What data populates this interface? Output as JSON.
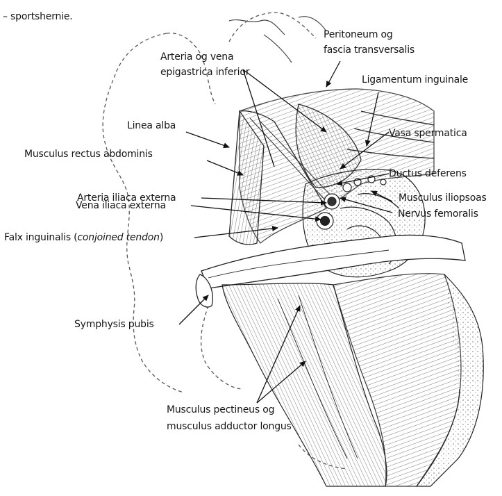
{
  "caption_fragment": "– sportshernie.",
  "labels": {
    "peritoneum_line1": "Peritoneum og",
    "peritoneum_line2": "fascia transversalis",
    "arteria_line1": "Arteria og vena",
    "arteria_line2": "epigastrica inferior",
    "ligamentum": "Ligamentum inguinale",
    "linea_alba": "Linea alba",
    "vasa": "Vasa spermatica",
    "rectus": "Musculus rectus abdominis",
    "ductus": "Ductus deferens",
    "iliaca_art": "Arteria iliaca externa",
    "iliopsoas": "Musculus iliopsoas",
    "vena_iliaca": "Vena iliaca externa",
    "nervus": "Nervus femoralis",
    "falx_prefix": "Falx inguinalis (",
    "falx_italic": "conjoined tendon",
    "falx_suffix": ")",
    "symphysis": "Symphysis pubis",
    "pectineus_line1": "Musculus pectineus og",
    "pectineus_line2": "musculus adductor longus"
  }
}
